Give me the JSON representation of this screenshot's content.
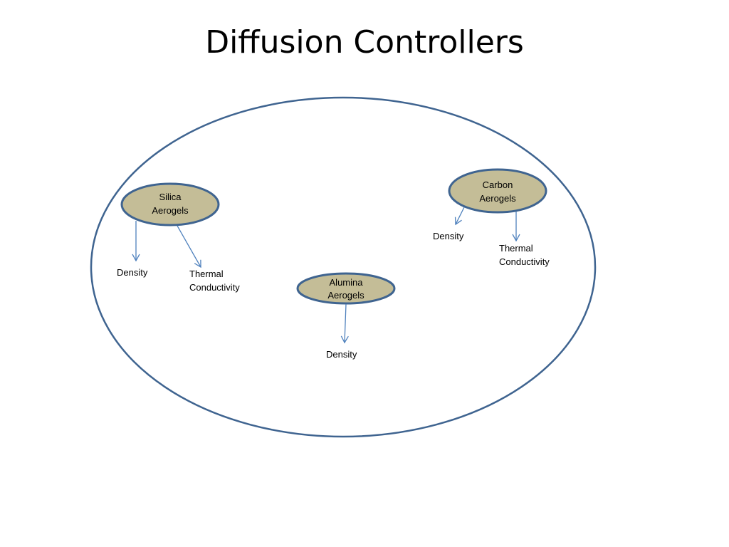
{
  "slide": {
    "title": "Diffusion Controllers"
  },
  "colors": {
    "outline": "#3f6490",
    "node_fill": "#c4bd97",
    "arrow": "#4f81bd",
    "text": "#000000"
  },
  "nodes": {
    "silica": {
      "line1": "Silica",
      "line2": "Aerogels",
      "children": {
        "density": "Density",
        "thermal_line1": "Thermal",
        "thermal_line2": "Conductivity"
      }
    },
    "alumina": {
      "line1": "Alumina",
      "line2": "Aerogels",
      "children": {
        "density": "Density"
      }
    },
    "carbon": {
      "line1": "Carbon",
      "line2": "Aerogels",
      "children": {
        "density": "Density",
        "thermal_line1": "Thermal",
        "thermal_line2": "Conductivity"
      }
    }
  }
}
